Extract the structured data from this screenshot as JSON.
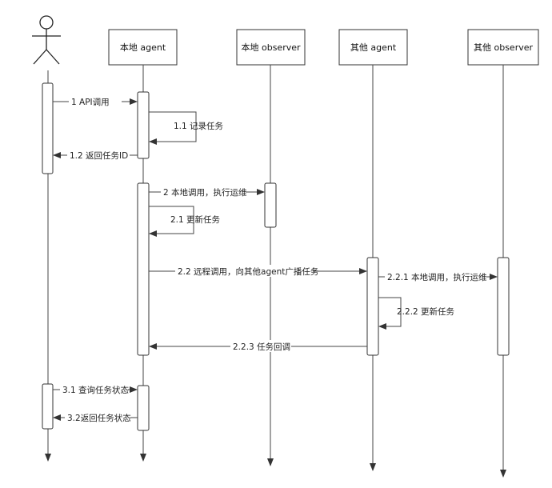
{
  "participants": [
    {
      "id": "actor",
      "label": ""
    },
    {
      "id": "local_agent",
      "label": "本地 agent"
    },
    {
      "id": "local_observer",
      "label": "本地 observer"
    },
    {
      "id": "other_agent",
      "label": "其他 agent"
    },
    {
      "id": "other_observer",
      "label": "其他 observer"
    }
  ],
  "messages": [
    {
      "id": "m1",
      "label": "1 API调用"
    },
    {
      "id": "m1_1",
      "label": "1.1 记录任务"
    },
    {
      "id": "m1_2",
      "label": "1.2 返回任务ID"
    },
    {
      "id": "m2",
      "label": "2 本地调用，执行运维"
    },
    {
      "id": "m2_1",
      "label": "2.1 更新任务"
    },
    {
      "id": "m2_2",
      "label": "2.2 远程调用，向其他agent广播任务"
    },
    {
      "id": "m2_2_1",
      "label": "2.2.1 本地调用，执行运维"
    },
    {
      "id": "m2_2_2",
      "label": "2.2.2 更新任务"
    },
    {
      "id": "m2_2_3",
      "label": "2.2.3 任务回调"
    },
    {
      "id": "m3_1",
      "label": "3.1 查询任务状态"
    },
    {
      "id": "m3_2",
      "label": "3.2返回任务状态"
    }
  ]
}
